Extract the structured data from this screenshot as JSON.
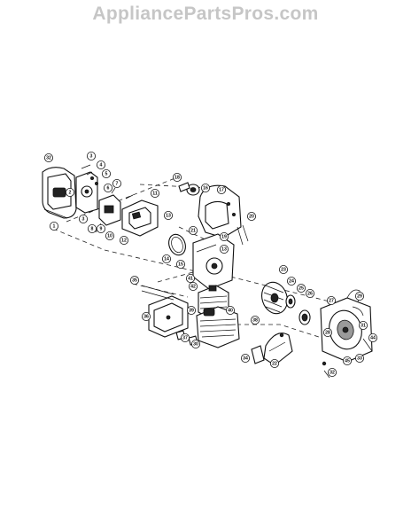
{
  "watermark": {
    "text": "AppliancePartsPros.com",
    "color": "#c6c6c6"
  },
  "diagram": {
    "callouts": [
      {
        "id": "c32a",
        "label": "32"
      },
      {
        "id": "c3",
        "label": "3"
      },
      {
        "id": "c4",
        "label": "4"
      },
      {
        "id": "c5",
        "label": "5"
      },
      {
        "id": "c6",
        "label": "6"
      },
      {
        "id": "c7",
        "label": "7"
      },
      {
        "id": "c2",
        "label": "2"
      },
      {
        "id": "c3b",
        "label": "3"
      },
      {
        "id": "c8",
        "label": "8"
      },
      {
        "id": "c9",
        "label": "9"
      },
      {
        "id": "c10",
        "label": "10"
      },
      {
        "id": "c1",
        "label": "1"
      },
      {
        "id": "c11",
        "label": "11"
      },
      {
        "id": "c12",
        "label": "12"
      },
      {
        "id": "c13",
        "label": "13"
      },
      {
        "id": "c14",
        "label": "14"
      },
      {
        "id": "c18",
        "label": "18"
      },
      {
        "id": "c16",
        "label": "16"
      },
      {
        "id": "c17",
        "label": "17"
      },
      {
        "id": "c20",
        "label": "20"
      },
      {
        "id": "c21",
        "label": "21"
      },
      {
        "id": "c19",
        "label": "19"
      },
      {
        "id": "c13b",
        "label": "13"
      },
      {
        "id": "c15",
        "label": "15"
      },
      {
        "id": "c41",
        "label": "41"
      },
      {
        "id": "c23",
        "label": "23"
      },
      {
        "id": "c24",
        "label": "24"
      },
      {
        "id": "c25",
        "label": "25"
      },
      {
        "id": "c26",
        "label": "26"
      },
      {
        "id": "c29",
        "label": "29"
      },
      {
        "id": "c27",
        "label": "27"
      },
      {
        "id": "c35",
        "label": "35"
      },
      {
        "id": "c36",
        "label": "36"
      },
      {
        "id": "c39",
        "label": "39"
      },
      {
        "id": "c42",
        "label": "42"
      },
      {
        "id": "c40",
        "label": "40"
      },
      {
        "id": "c38",
        "label": "38"
      },
      {
        "id": "c37",
        "label": "37"
      },
      {
        "id": "c30",
        "label": "30"
      },
      {
        "id": "c28",
        "label": "28"
      },
      {
        "id": "c31",
        "label": "31"
      },
      {
        "id": "c44",
        "label": "44"
      },
      {
        "id": "c33",
        "label": "33"
      },
      {
        "id": "c45",
        "label": "45"
      },
      {
        "id": "c32b",
        "label": "32"
      },
      {
        "id": "c34",
        "label": "34"
      },
      {
        "id": "c22",
        "label": "22"
      }
    ]
  }
}
